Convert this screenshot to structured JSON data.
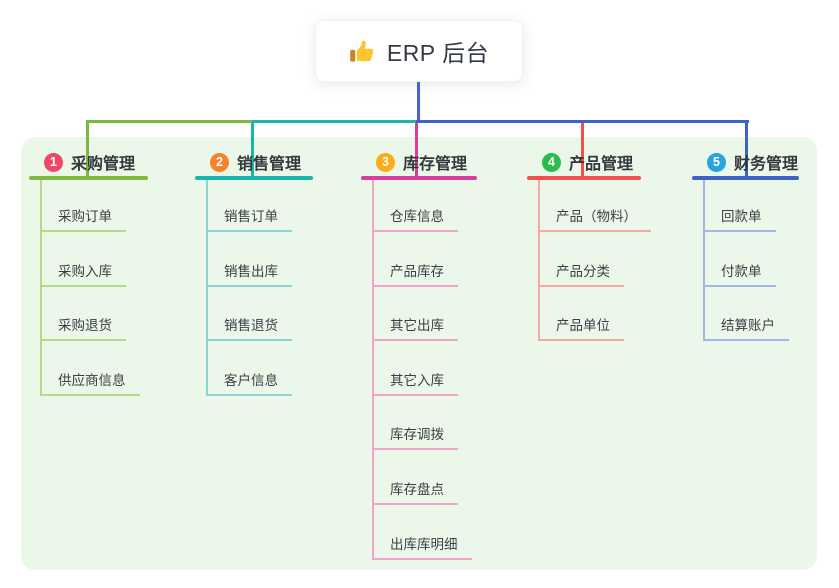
{
  "root": {
    "title": "ERP 后台",
    "icon": "thumbs-up-icon",
    "icon_colors": {
      "hand": "#fbc531",
      "cuff": "#c98728"
    }
  },
  "connector": {
    "root_color": "#4f5fd4"
  },
  "panel": {
    "background": "#ebf7e8"
  },
  "branches": [
    {
      "num": "1",
      "title": "采购管理",
      "color_main": "#7cb93e",
      "color_light": "#b3d98b",
      "color_badge": "#ee4a68",
      "children": [
        "采购订单",
        "采购入库",
        "采购退货",
        "供应商信息"
      ]
    },
    {
      "num": "2",
      "title": "销售管理",
      "color_main": "#19b6ae",
      "color_light": "#8ad5cf",
      "color_badge": "#f6822b",
      "children": [
        "销售订单",
        "销售出库",
        "销售退货",
        "客户信息"
      ]
    },
    {
      "num": "3",
      "title": "库存管理",
      "color_main": "#d93d9e",
      "color_light": "#f1a3ca",
      "color_badge": "#fbac16",
      "children": [
        "仓库信息",
        "产品库存",
        "其它出库",
        "其它入库",
        "库存调拨",
        "库存盘点",
        "出库库明细"
      ]
    },
    {
      "num": "4",
      "title": "产品管理",
      "color_main": "#f0514f",
      "color_light": "#f7a8a3",
      "color_badge": "#2cbb4e",
      "children": [
        "产品（物料）",
        "产品分类",
        "产品单位"
      ]
    },
    {
      "num": "5",
      "title": "财务管理",
      "color_main": "#3f62c9",
      "color_light": "#a3b7e6",
      "color_badge": "#2aa4e0",
      "children": [
        "回款单",
        "付款单",
        "结算账户"
      ]
    }
  ]
}
